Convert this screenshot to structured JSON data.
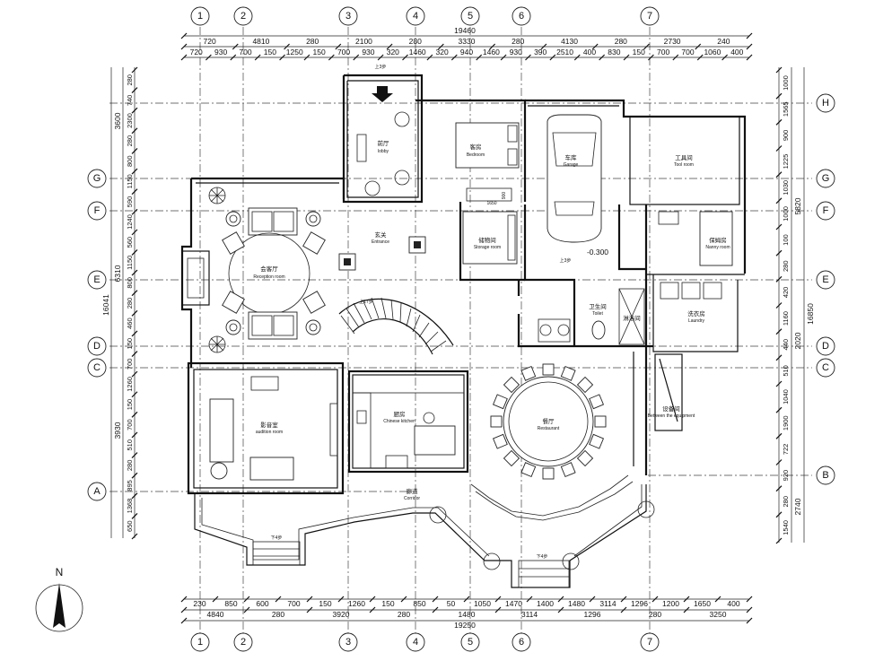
{
  "axes": {
    "cols": [
      "1",
      "2",
      "3",
      "4",
      "5",
      "6",
      "7"
    ],
    "rows": [
      "H",
      "G",
      "F",
      "E",
      "D",
      "C",
      "B",
      "A"
    ]
  },
  "dims": {
    "top_total": "19460",
    "top_row1": [
      "720",
      "4810",
      "280",
      "2100",
      "280",
      "3330",
      "280",
      "4130",
      "280",
      "2730",
      "240"
    ],
    "top_row2": [
      "720",
      "930",
      "700",
      "150",
      "1250",
      "150",
      "700",
      "930",
      "320",
      "1460",
      "320",
      "940",
      "1460",
      "930",
      "390",
      "2510",
      "400",
      "830",
      "150",
      "700",
      "700",
      "1060",
      "400"
    ],
    "bottom_total": "19250",
    "bottom_row1": [
      "4840",
      "280",
      "3920",
      "280",
      "1480",
      "3114",
      "1296",
      "280",
      "3250"
    ],
    "bottom_row2": [
      "230",
      "850",
      "600",
      "700",
      "150",
      "1260",
      "150",
      "850",
      "50",
      "1050",
      "1470",
      "1400",
      "1480",
      "3114",
      "1296",
      "1200",
      "1650",
      "400"
    ],
    "left_total": "16041",
    "left_mid": [
      "3600",
      "6310",
      "3930"
    ],
    "left_row": [
      "280",
      "740",
      "2300",
      "280",
      "800",
      "1150",
      "590",
      "1240",
      "560",
      "1150",
      "800",
      "280",
      "460",
      "150",
      "700",
      "1260",
      "150",
      "700",
      "510",
      "280",
      "895",
      "1368",
      "650"
    ],
    "right_total": "16850",
    "right_mid": [
      "5820",
      "2020",
      "2740"
    ],
    "right_row": [
      "1000",
      "1565",
      "900",
      "1225",
      "1030",
      "1000",
      "100",
      "280",
      "420",
      "1160",
      "440",
      "510",
      "1040",
      "1900",
      "722",
      "920",
      "280",
      "1540"
    ]
  },
  "rooms": {
    "lobby_cn": "前厅",
    "lobby_en": "lobby",
    "bedroom_cn": "客房",
    "bedroom_en": "Bedroom",
    "garage_cn": "车库",
    "garage_en": "Garage",
    "tool_cn": "工具间",
    "tool_en": "Tool room",
    "entrance_cn": "玄关",
    "entrance_en": "Entrance",
    "reception_cn": "会客厅",
    "reception_en": "Reception room",
    "storage_cn": "储物间",
    "storage_en": "Storage room",
    "nanny_cn": "保姆房",
    "nanny_en": "Nanny room",
    "toilet_cn": "卫生间",
    "toilet_en": "Toilet",
    "laundry_cn": "洗衣房",
    "laundry_en": "Laundry",
    "shower_cn": "淋浴间",
    "audition_cn": "影音室",
    "audition_en": "audition room",
    "kitchen_cn": "厨房",
    "kitchen_en": "Chinese kitchen",
    "restaurant_cn": "餐厅",
    "restaurant_en": "Restaurant",
    "equipment_cn": "设备间",
    "equipment_en": "Between the equipment",
    "corridor_cn": "廊道",
    "corridor_en": "Corridor"
  },
  "notes": {
    "level": "-0.300",
    "up_steps_top": "上3步",
    "up_stairs": "上17步",
    "up_3": "上3步",
    "up_4a": "下4步",
    "up_4b": "下4步",
    "dim_1650": "1650",
    "dim_900": "900"
  },
  "north": "N"
}
